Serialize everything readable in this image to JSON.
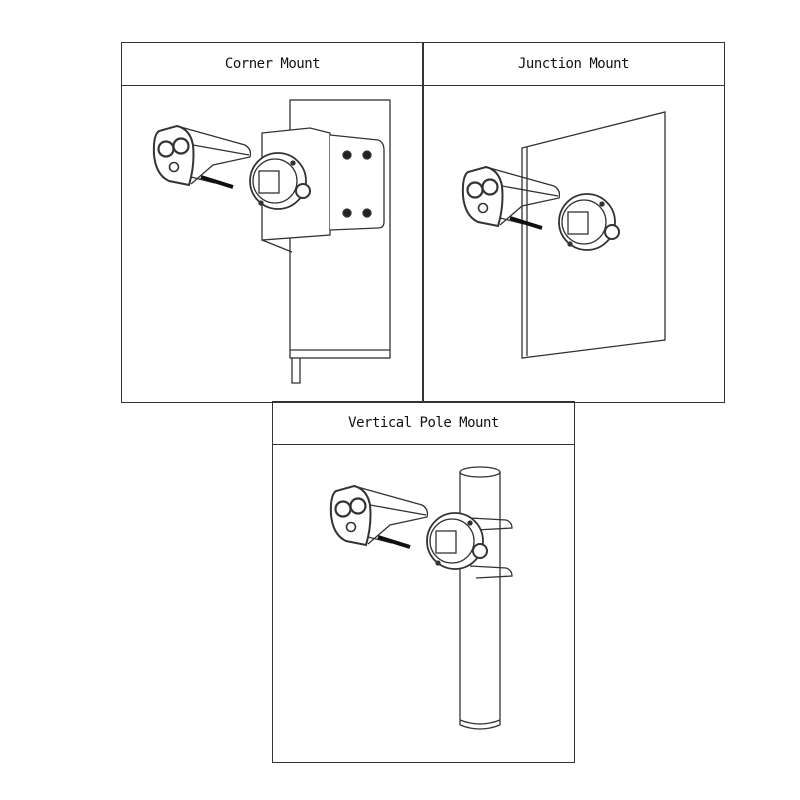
{
  "panels": {
    "corner": {
      "title": "Corner Mount"
    },
    "junction": {
      "title": "Junction Mount"
    },
    "pole": {
      "title": "Vertical Pole Mount"
    }
  },
  "colors": {
    "line": "#333333",
    "background": "#ffffff"
  }
}
